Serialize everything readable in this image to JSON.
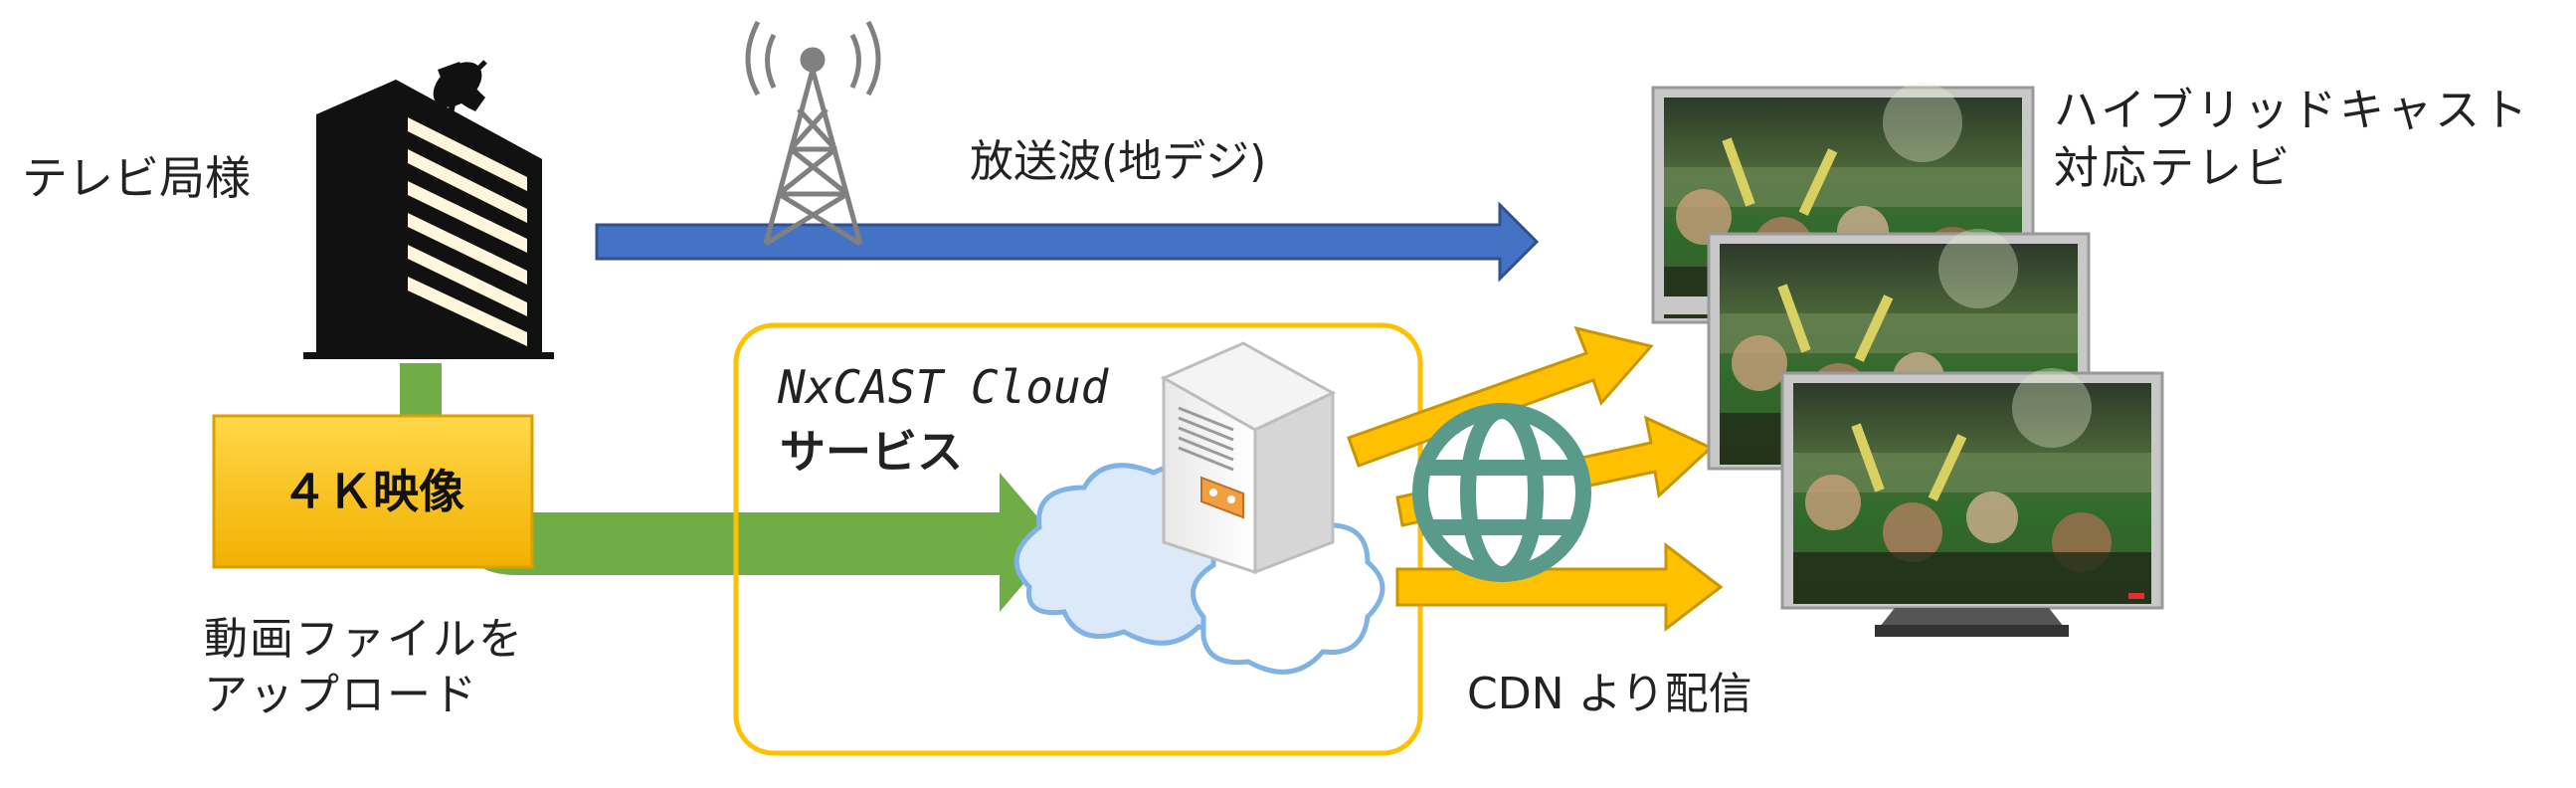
{
  "labels": {
    "broadcaster": "テレビ局様",
    "broadcast_wave": "放送波(地デジ)",
    "hybridcast_tv": "ハイブリッドキャスト\n対応テレビ",
    "video_4k": "４Ｋ映像",
    "upload": "動画ファイルを\nアップロード",
    "cloud_name": "NxCAST Cloud",
    "cloud_service": "サービス",
    "cdn_delivery": "CDN より配信"
  },
  "colors": {
    "broadcast_arrow": "#4472c4",
    "upload_arrow": "#70ad47",
    "cdn_arrow": "#ffc000",
    "cloud_box_border": "#ffc000",
    "video_box": "#f5b800",
    "globe": "#5a9a8a",
    "cloud": "#9dc3e6"
  },
  "icons": [
    "antenna-tower-icon",
    "satellite-dish-icon",
    "building-icon",
    "server-icon",
    "cloud-icon",
    "globe-icon",
    "tv-icon"
  ]
}
